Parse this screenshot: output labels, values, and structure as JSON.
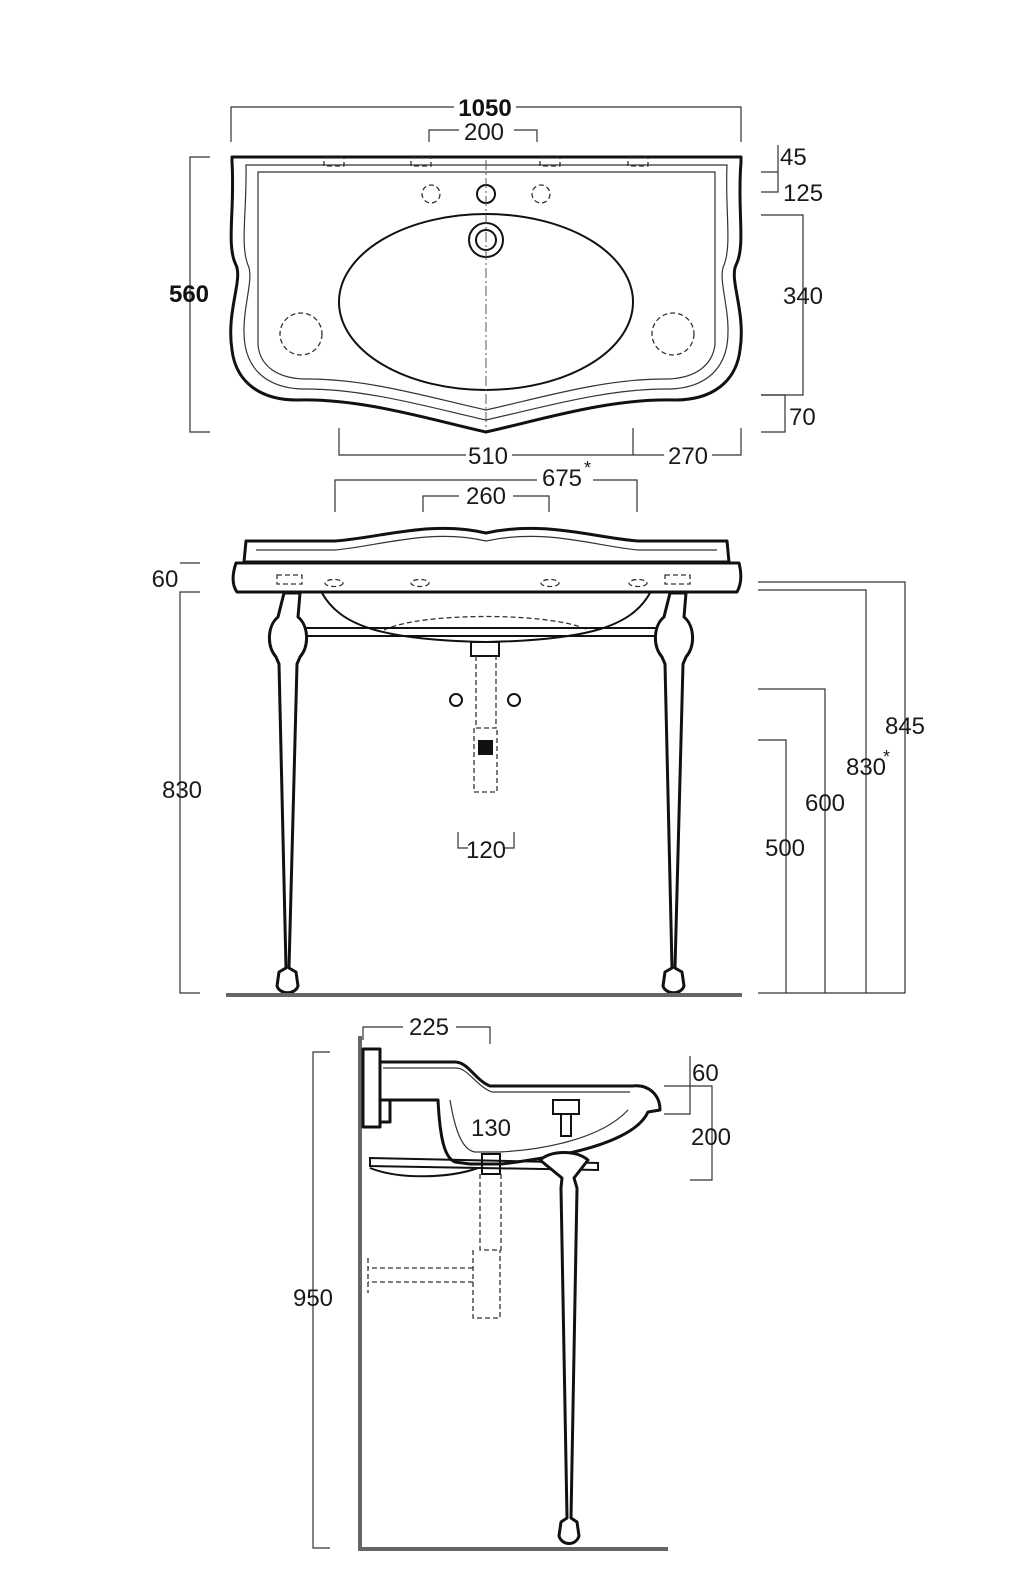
{
  "dims": {
    "top_width": "1050",
    "top_taps": "200",
    "top_depth": "560",
    "top_45": "45",
    "top_125": "125",
    "top_340": "340",
    "top_70": "70",
    "top_510": "510",
    "top_270": "270",
    "front_675": "675",
    "front_260": "260",
    "front_60": "60",
    "front_830_left": "830",
    "front_120": "120",
    "front_845": "845",
    "front_830_right": "830",
    "front_600": "600",
    "front_500": "500",
    "side_225": "225",
    "side_60": "60",
    "side_200": "200",
    "side_130": "130",
    "side_950": "950"
  },
  "asterisk": "*"
}
